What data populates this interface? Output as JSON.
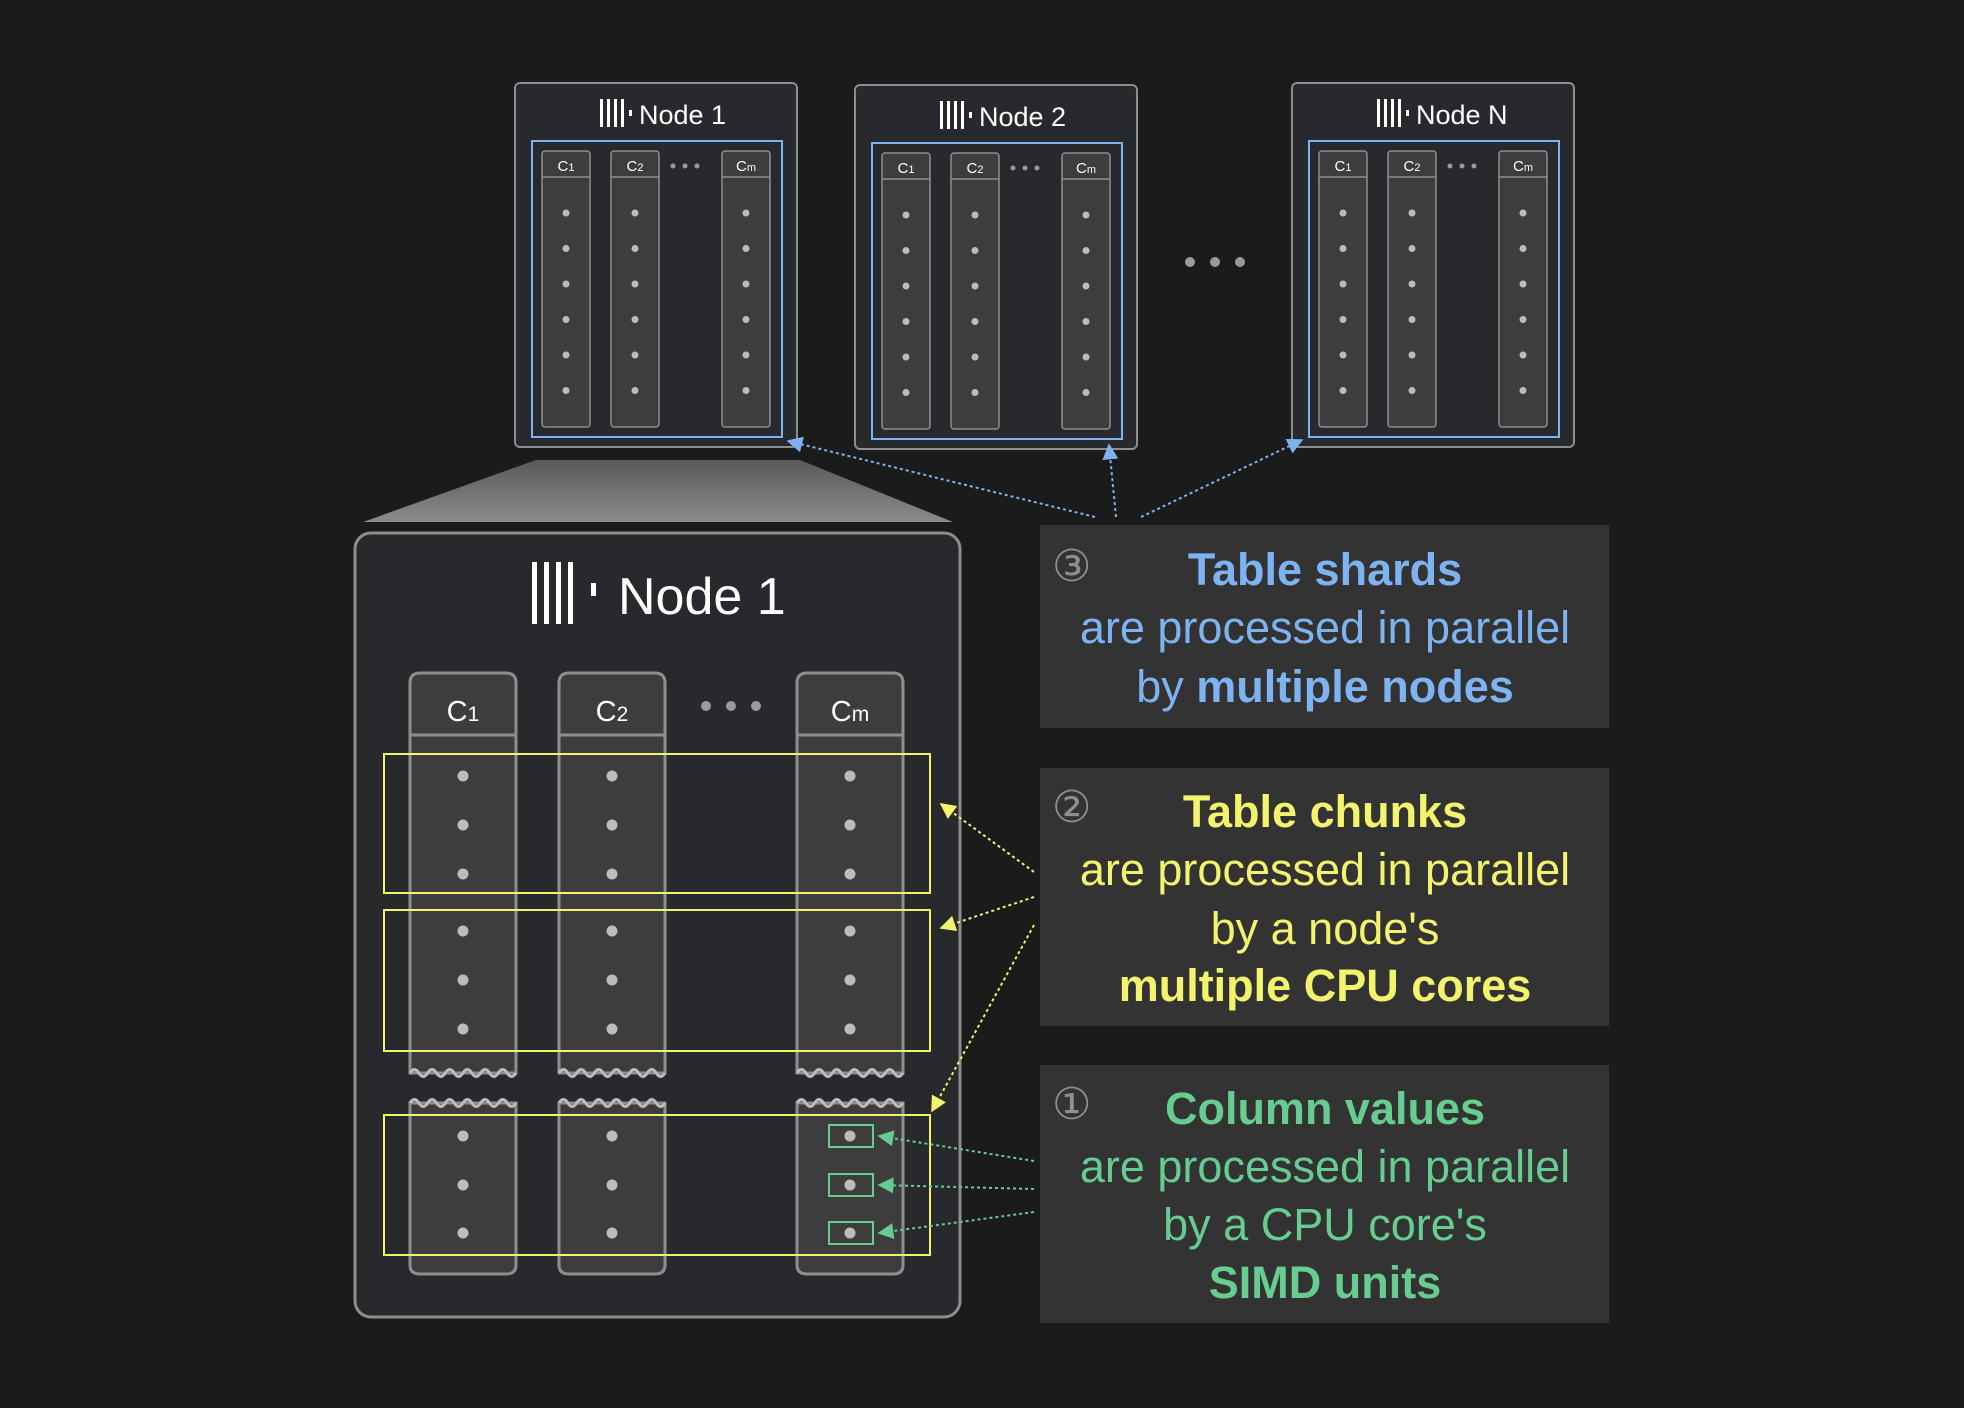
{
  "nodes": [
    {
      "label": "Node 1",
      "columns": [
        "C1",
        "C2",
        "Cm"
      ]
    },
    {
      "label": "Node 2",
      "columns": [
        "C1",
        "C2",
        "Cm"
      ]
    },
    {
      "label": "Node N",
      "columns": [
        "C1",
        "C2",
        "Cm"
      ]
    }
  ],
  "zoom": {
    "label": "Node 1",
    "columns": [
      "C1",
      "C2",
      "Cm"
    ]
  },
  "callouts": {
    "shards": {
      "num": "③",
      "title": "Table shards",
      "line1": "are processed in parallel",
      "line2_pre": "by ",
      "line2_bold": "multiple nodes"
    },
    "chunks": {
      "num": "②",
      "title": "Table chunks",
      "line1": "are processed in parallel",
      "line2": "by a node's",
      "line3": "multiple CPU cores"
    },
    "simd": {
      "num": "①",
      "title": "Column values",
      "line1": "are processed in parallel",
      "line2": "by a CPU core's",
      "line3": "SIMD units"
    }
  },
  "colors": {
    "blue": "#7eb3f2",
    "yellow": "#f3f36e",
    "green": "#67cc8f",
    "panel": "#333333",
    "node_bg": "#27292c"
  }
}
